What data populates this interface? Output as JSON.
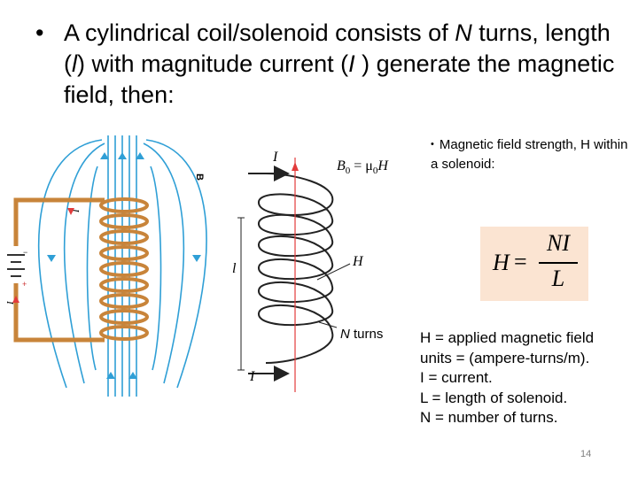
{
  "slide": {
    "bullet": "•",
    "title_parts": [
      "A cylindrical coil/solenoid consists of ",
      "N",
      " turns, length (",
      "l",
      ") with magnitude current (",
      "I",
      " ) generate the magnetic field, then:"
    ],
    "page_number": "14"
  },
  "figure": {
    "left_diagram": {
      "b_label": "B",
      "i_top": "I",
      "i_left": "I",
      "minus": "−",
      "plus": "+"
    },
    "right_diagram": {
      "i_top": "I",
      "b0_label": "B",
      "b0_sub": "0",
      "b0_eq": " = μ",
      "mu_sub": "0",
      "h_after_mu": "H",
      "l_label": "l",
      "h_label": "H",
      "n_label": "N",
      "turns_label": " turns",
      "i_bottom": "I"
    }
  },
  "sub_bullet": {
    "dot": "•",
    "text": "Magnetic field strength, H within a solenoid:"
  },
  "formula": {
    "lhs": "H",
    "eq": "=",
    "numerator": "NI",
    "denominator": "L",
    "box_color": "#fbe4d2"
  },
  "definitions": [
    "H = applied magnetic field",
    "units = (ampere-turns/m).",
    "I = current.",
    "L = length of solenoid.",
    "N =  number of turns."
  ],
  "colors": {
    "field_lines": "#2f9fd6",
    "coil_copper": "#c8843a",
    "arrows": "#e23b3b"
  }
}
